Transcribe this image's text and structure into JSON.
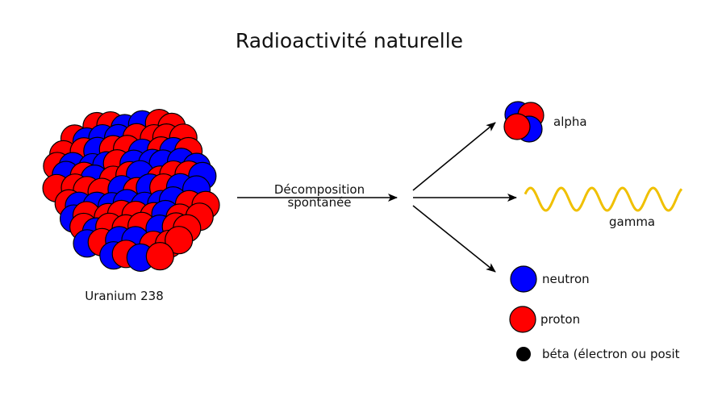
{
  "title": "Radioactivité naturelle",
  "nucleus_label": "Uranium 238",
  "process_label_line1": "Décomposition",
  "process_label_line2": "spontanée",
  "outputs": {
    "alpha": "alpha",
    "gamma": "gamma"
  },
  "legend": {
    "neutron": "neutron",
    "proton": "proton",
    "beta": "béta (électron ou posit"
  },
  "colors": {
    "neutron": "#0000ff",
    "proton": "#ff0000",
    "beta": "#000000",
    "gamma_wave": "#f0c000",
    "stroke": "#000000"
  }
}
